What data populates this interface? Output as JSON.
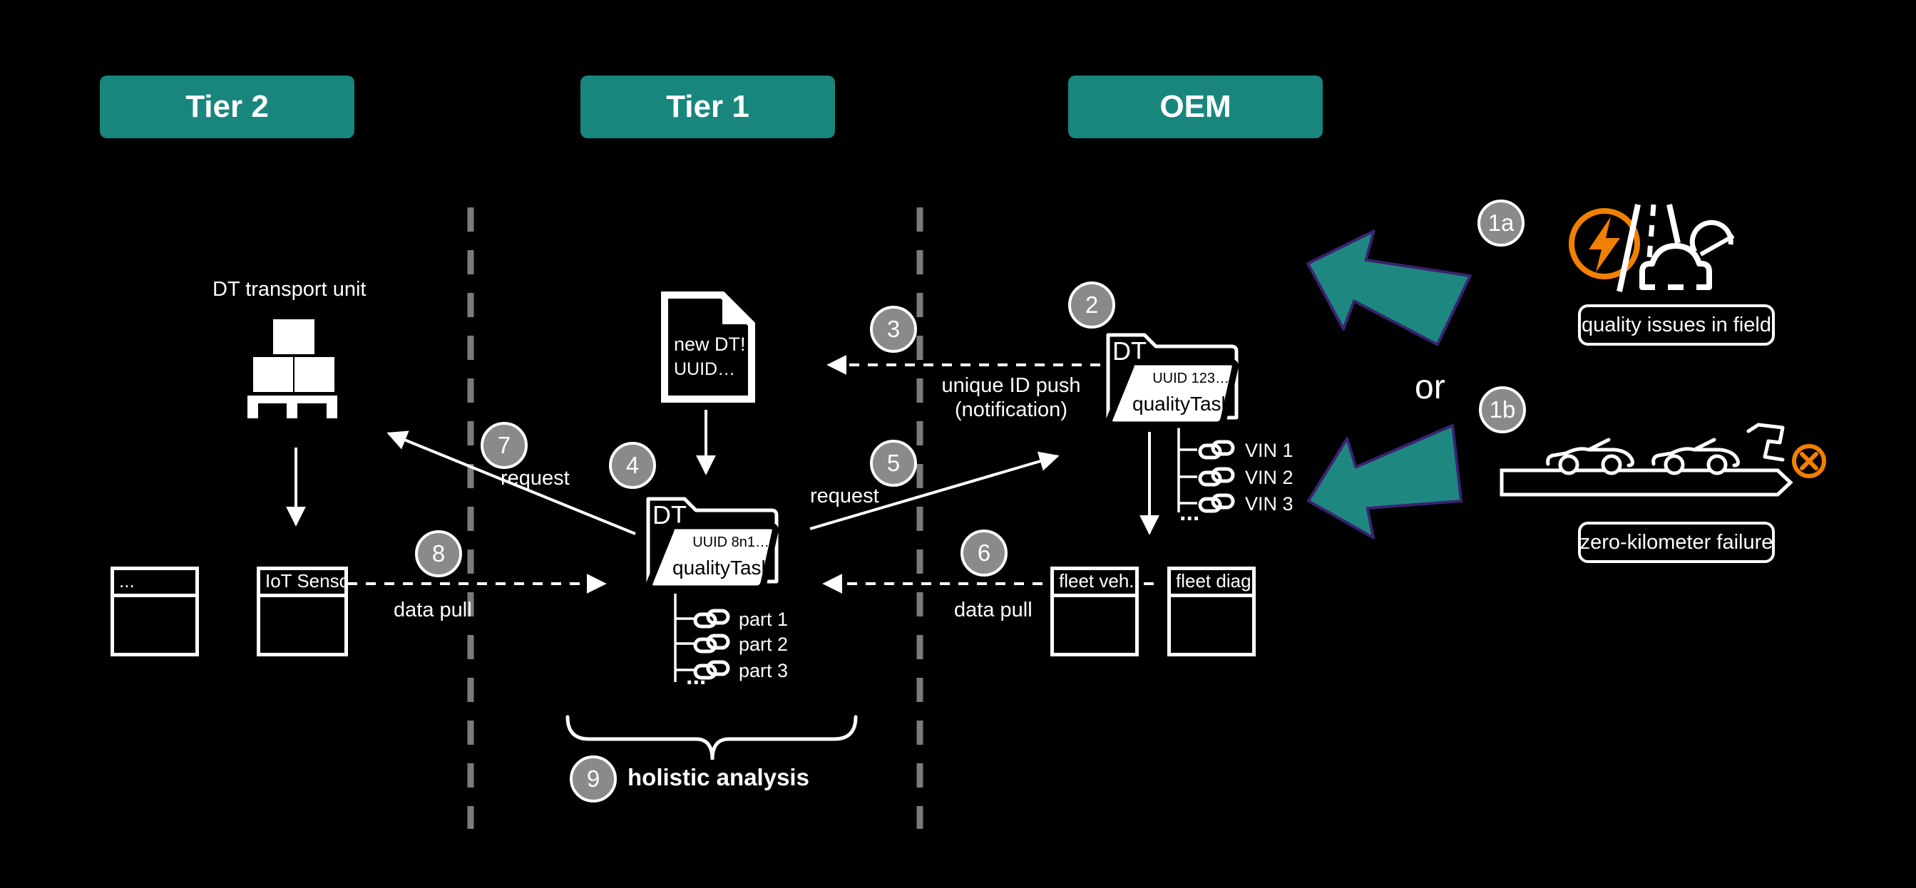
{
  "header": {
    "tier2": "Tier 2",
    "tier1": "Tier 1",
    "oem": "OEM"
  },
  "steps": {
    "n1a": "1a",
    "n1b": "1b",
    "n2": "2",
    "n3": "3",
    "n4": "4",
    "n5": "5",
    "n6": "6",
    "n7": "7",
    "n8": "8",
    "n9": "9"
  },
  "tier2": {
    "transport_label": "DT transport unit",
    "box_more": "...",
    "box_sensor": "IoT Sensor"
  },
  "tier1": {
    "doc_line1": "new DT!",
    "doc_line2": "UUID…",
    "folder_title": "DT",
    "folder_uuid": "UUID 8n1…",
    "folder_task": "qualityTask",
    "parts": [
      "part 1",
      "part 2",
      "part 3"
    ],
    "more": "...",
    "holistic": "holistic analysis"
  },
  "oem": {
    "folder_title": "DT",
    "folder_uuid": "UUID 123…",
    "folder_task": "qualityTask",
    "vins": [
      "VIN 1",
      "VIN 2",
      "VIN 3"
    ],
    "more": "...",
    "box_fleet_veh": "fleet veh.",
    "box_fleet_diag": "fleet diag."
  },
  "arrows": {
    "request_left": "request",
    "request_right": "request",
    "data_pull_left": "data pull",
    "data_pull_right": "data pull",
    "unique_id_line1": "unique ID push",
    "unique_id_line2": "(notification)"
  },
  "right": {
    "or": "or",
    "quality_issues": "quality issues in field",
    "zero_km": "zero-kilometer failure"
  },
  "colors": {
    "badge_teal": "#19867E",
    "big_arrow_fill": "#1E8880",
    "big_arrow_border": "#3A2270",
    "accent_orange": "#F28000",
    "step_circle_gray": "#8A8A8A",
    "divider_gray": "#7B7B7B"
  }
}
